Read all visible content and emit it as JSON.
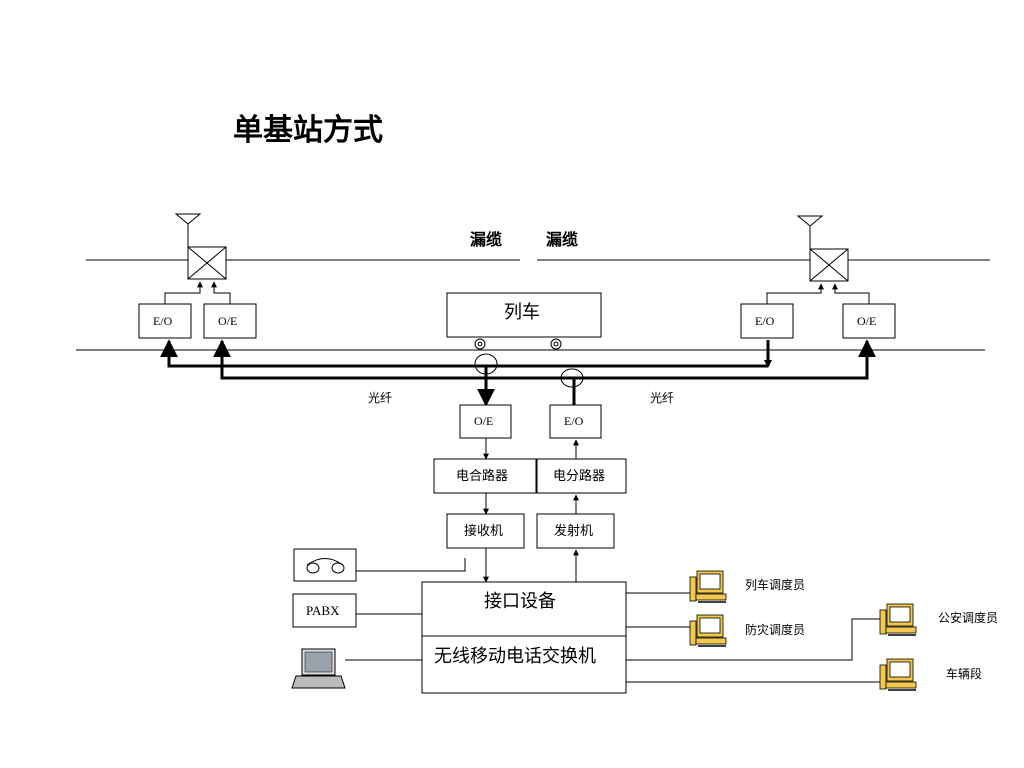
{
  "title": "单基站方式",
  "leaky_cable_labels": [
    "漏缆",
    "漏缆"
  ],
  "fiber_labels": [
    "光纤",
    "光纤"
  ],
  "train_label": "列车",
  "converters": {
    "left_eo": "E/O",
    "left_oe": "O/E",
    "right_eo": "E/O",
    "right_oe": "O/E",
    "center_oe": "O/E",
    "center_eo": "E/O"
  },
  "chain": {
    "combiner": "电合路器",
    "splitter": "电分路器",
    "receiver": "接收机",
    "transmitter": "发射机"
  },
  "interface_device": "接口设备",
  "switch": "无线移动电话交换机",
  "pabx": "PABX",
  "dispatchers": [
    "列车调度员",
    "防灾调度员",
    "公安调度员",
    "车辆段"
  ],
  "icons": [
    "antenna-icon",
    "telephone-icon",
    "laptop-icon",
    "computer-terminal-icon"
  ]
}
